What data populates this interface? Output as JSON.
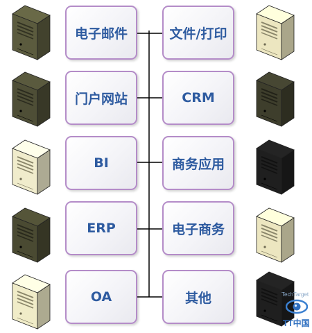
{
  "diagram": {
    "left_boxes": [
      "电子邮件",
      "门户网站",
      "BI",
      "ERP",
      "OA"
    ],
    "right_boxes": [
      "文件/打印",
      "CRM",
      "商务应用",
      "电子商务",
      "其他"
    ],
    "server_colors": {
      "left": [
        "#5b5b3e",
        "#4e4e36",
        "#f0eccc",
        "#4a4a32",
        "#f0ecc8"
      ],
      "right": [
        "#ece6c0",
        "#3e3e2c",
        "#1f1f1f",
        "#ece6c0",
        "#1f1f1f"
      ]
    },
    "line_color": "#000000",
    "box_border_color": "#b48cc8",
    "text_color": "#2e5ba0"
  },
  "logo": {
    "top_text": "TechTarget",
    "bottom_text": "TT中国"
  }
}
